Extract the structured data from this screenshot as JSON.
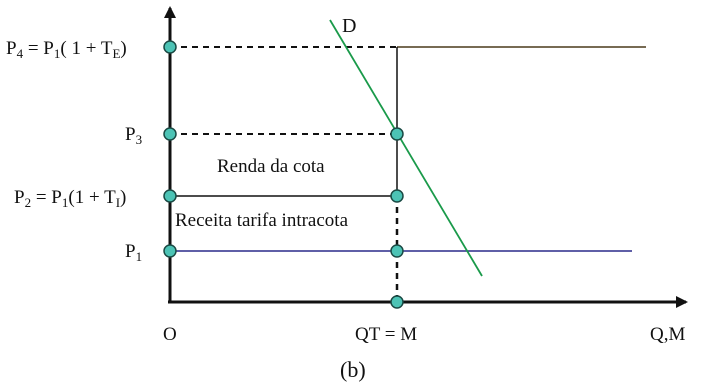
{
  "diagram": {
    "caption": "(b)",
    "axes": {
      "origin": "O",
      "x_label": "Q,M",
      "x_mark": "QT = M"
    },
    "demand_label": "D",
    "price_levels": [
      {
        "main": "P",
        "sub": "4",
        "mid": " = P",
        "sub2": "1",
        "tail": "( 1 + T",
        "sub3": "E",
        "end": ")"
      },
      {
        "main": "P",
        "sub": "3"
      },
      {
        "main": "P",
        "sub": "2",
        "mid": " = P",
        "sub2": "1",
        "tail": "(1 + T",
        "sub3": "I",
        "end": ")"
      },
      {
        "main": "P",
        "sub": "1"
      }
    ],
    "regions": {
      "rent": "Renda da cota",
      "revenue": "Receita tarifa intracota"
    },
    "colors": {
      "axes": "#111111",
      "demand": "#1a9a4a",
      "world_price": "#2a2a8a",
      "tariff_price": "#4a3a1a",
      "point_fill": "#4cc3b5",
      "point_stroke": "#1a4a44"
    }
  }
}
